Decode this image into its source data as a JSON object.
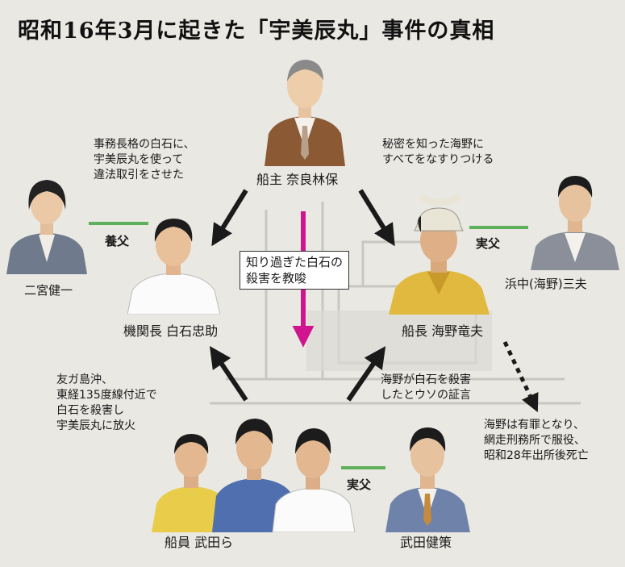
{
  "title": "昭和16年3月に起きた「宇美辰丸」事件の真相",
  "people": {
    "owner": "船主 奈良林保",
    "engineer": "機関長 白石忠助",
    "captain": "船長 海野竜夫",
    "ninomiya": "二宮健一",
    "hamanaka": "浜中(海野)三夫",
    "crew": "船員 武田ら",
    "takeda_father": "武田健策"
  },
  "relations": {
    "adoptive_father": "養父",
    "father_right": "実父",
    "father_bottom": "実父"
  },
  "notes": {
    "owner_to_engineer": "事務長格の白石に、\n宇美辰丸を使って\n違法取引をさせた",
    "owner_to_captain": "秘密を知った海野に\nすべてをなすりつける",
    "callout": "知り過ぎた白石の\n殺害を教唆",
    "crew_to_engineer": "友ガ島沖、\n東経135度線付近で\n白石を殺害し\n宇美辰丸に放火",
    "crew_to_captain": "海野が白石を殺害\nしたとウソの証言",
    "captain_fate": "海野は有罪となり、\n網走刑務所で服役、\n昭和28年出所後死亡"
  },
  "colors": {
    "arrow": "#1a1a1a",
    "magenta_arrow": "#d0148f",
    "relation_line": "#5fb05a",
    "background": "#e9e8e3"
  }
}
